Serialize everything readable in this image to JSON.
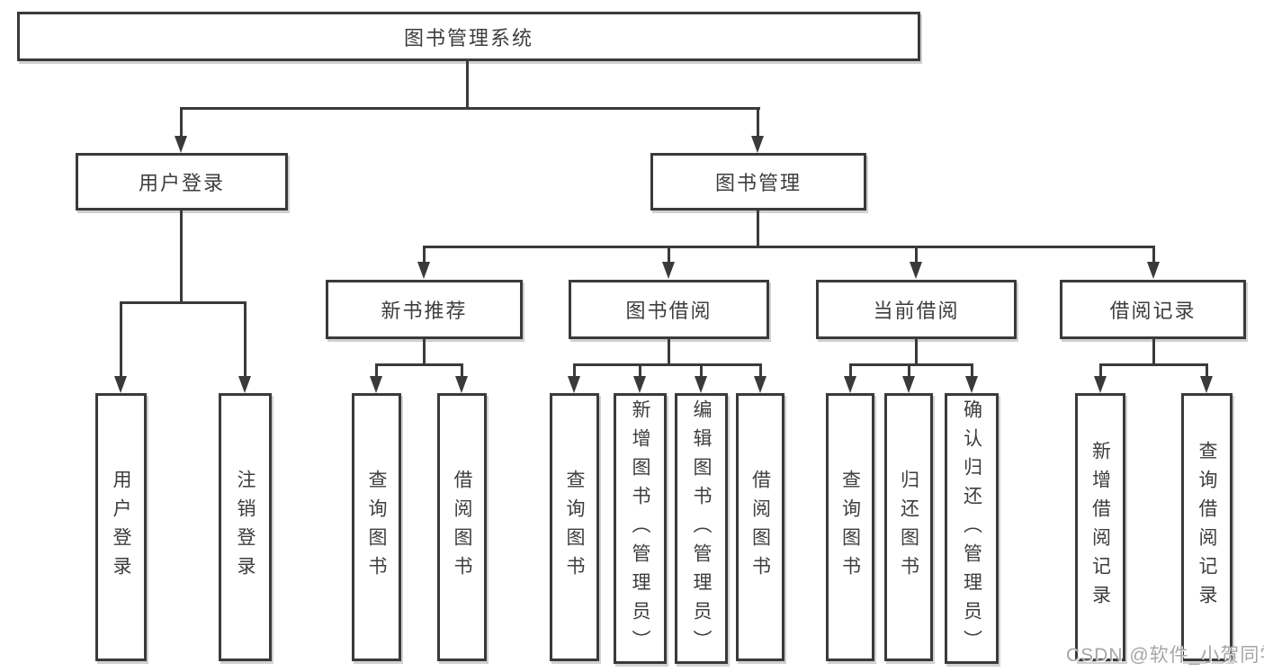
{
  "diagram": {
    "root": "图书管理系统",
    "level2": [
      "用户登录",
      "图书管理"
    ],
    "level3": [
      "新书推荐",
      "图书借阅",
      "当前借阅",
      "借阅记录"
    ],
    "leaves": {
      "user_login": [
        "用户登录",
        "注销登录"
      ],
      "new_books": [
        "查询图书",
        "借阅图书"
      ],
      "book_borrow": [
        "查询图书",
        "新增图书（管理员）",
        "编辑图书（管理员）",
        "借阅图书"
      ],
      "current_borrow": [
        "查询图书",
        "归还图书",
        "确认归还（管理员）"
      ],
      "borrow_records": [
        "新增借阅记录",
        "查询借阅记录"
      ]
    }
  },
  "watermark": {
    "text": "CSDN @软件_小贺同学"
  },
  "colors": {
    "line": "#3a3a3a",
    "text": "#3d3d3d",
    "watermark": "#a6a6a6",
    "background": "#ffffff"
  }
}
